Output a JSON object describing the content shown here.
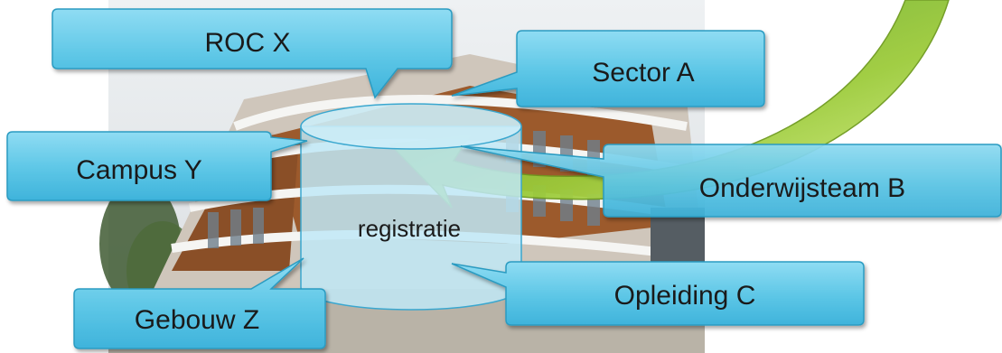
{
  "diagram": {
    "center": {
      "label": "registratie"
    },
    "callouts": [
      {
        "id": "roc-x",
        "label": "ROC X"
      },
      {
        "id": "sector-a",
        "label": "Sector A"
      },
      {
        "id": "campus-y",
        "label": "Campus Y"
      },
      {
        "id": "onderwijsteam-b",
        "label": "Onderwijsteam B"
      },
      {
        "id": "gebouw-z",
        "label": "Gebouw Z"
      },
      {
        "id": "opleiding-c",
        "label": "Opleiding C"
      }
    ]
  },
  "colors": {
    "callout_fill": "#5cc6e6",
    "callout_stroke": "#2a9bc1",
    "cylinder_fill": "#bfe8f6",
    "cylinder_stroke": "#3aa7cf",
    "arrow_fill": "#a8cf3e",
    "arrow_stroke": "#6e9a1e"
  }
}
